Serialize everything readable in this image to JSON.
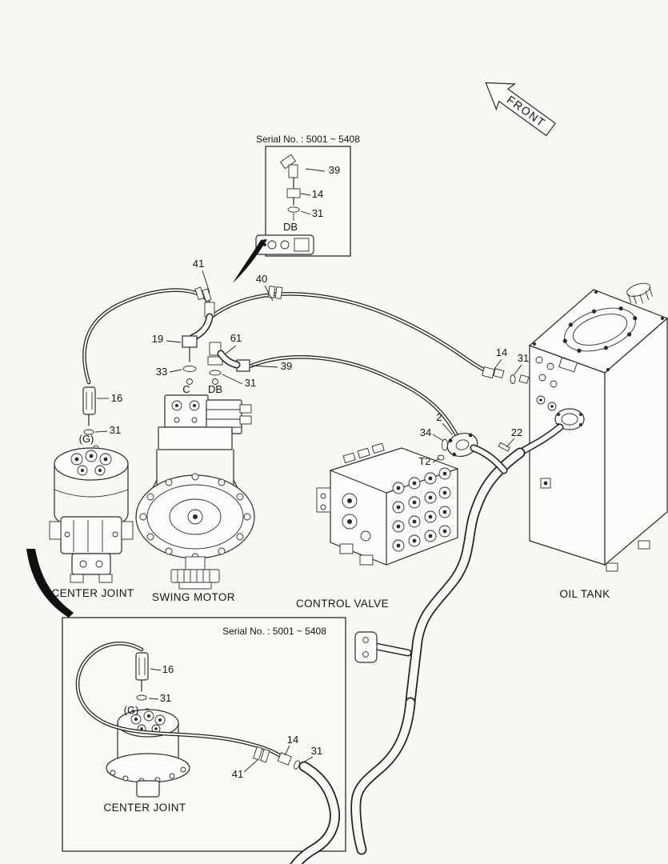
{
  "canvas": {
    "paper_color": "#f7f7f4",
    "ink_color": "#222222"
  },
  "front_arrow": {
    "label": "FRONT"
  },
  "top_inset": {
    "serial_label": "Serial No. : 5001 ~ 5408",
    "callouts": {
      "c39": "39",
      "c14": "14",
      "c31": "31",
      "port_db": "DB"
    }
  },
  "main": {
    "component_labels": {
      "center_joint": "CENTER JOINT",
      "swing_motor": "SWING MOTOR",
      "control_valve": "CONTROL VALVE",
      "oil_tank": "OIL TANK"
    },
    "callouts": {
      "c41": "41",
      "c40": "40",
      "c19": "19",
      "c33": "33",
      "port_c": "C",
      "port_db": "DB",
      "c61": "61",
      "c39": "39",
      "c31_db": "31",
      "c16": "16",
      "c31_g": "31",
      "port_g": "(G)",
      "c14_tank": "14",
      "c31_tank": "31",
      "c2": "2",
      "c34": "34",
      "port_t2": "T2",
      "c22": "22"
    }
  },
  "bottom_inset": {
    "serial_label": "Serial No. : 5001 ~ 5408",
    "component_label": "CENTER JOINT",
    "callouts": {
      "c16": "16",
      "c31_g": "31",
      "port_g": "(G)",
      "c14": "14",
      "c31_hose": "31",
      "c41": "41"
    }
  }
}
